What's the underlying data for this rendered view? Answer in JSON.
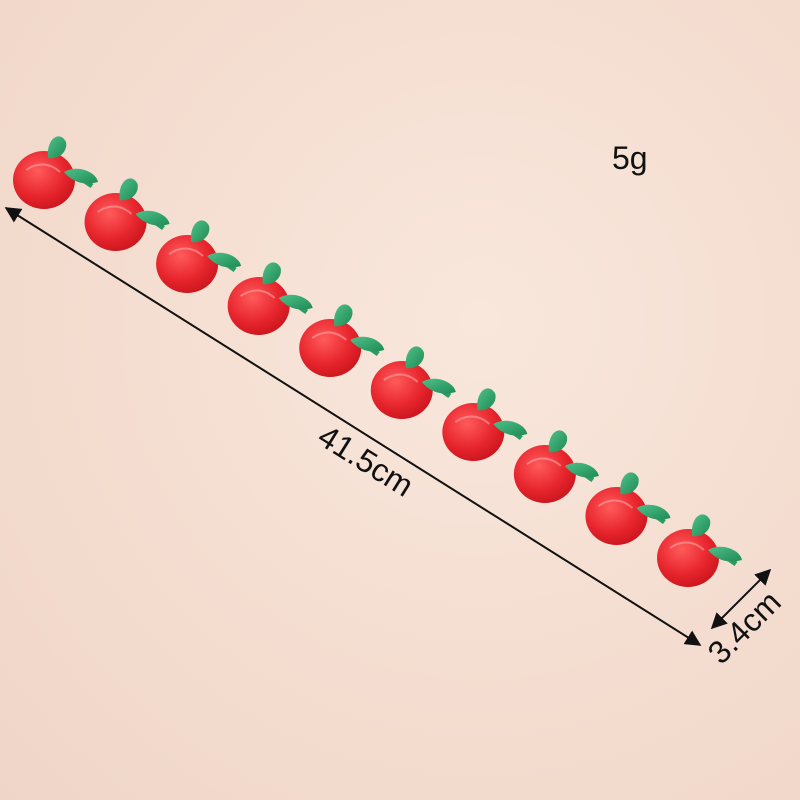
{
  "product": {
    "weight": "5g",
    "length": "41.5cm",
    "width": "3.4cm",
    "motif_count": 10
  },
  "colors": {
    "background": "#f6e1d5",
    "apple_red": "#e8262e",
    "leaf_green": "#2fa36a",
    "measure_line": "#111111"
  }
}
